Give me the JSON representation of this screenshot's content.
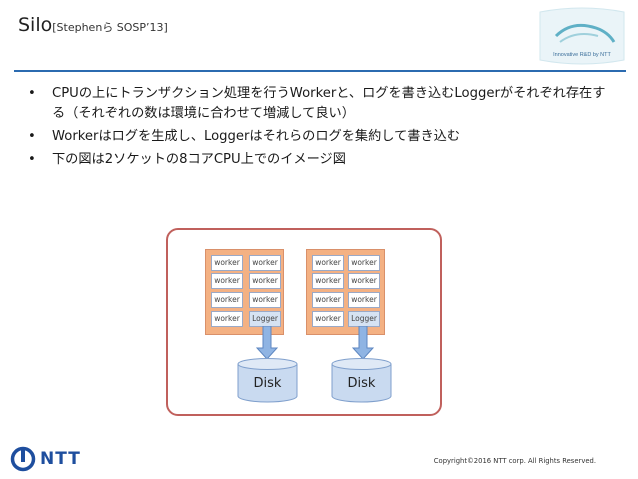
{
  "slide": {
    "title": "Silo",
    "title_sub": "[Stephenら SOSP’13]",
    "badge_text": "Innovative R&D by NTT",
    "bullets": [
      "CPUの上にトランザクション処理を行うWorkerと、ログを書き込むLoggerがそれぞれ存在する（それぞれの数は環境に合わせて増減して良い）",
      "Workerはログを生成し、Loggerはそれらのログを集約して書き込む",
      "下の図は2ソケットの8コアCPU上でのイメージ図"
    ],
    "diagram": {
      "sockets": [
        {
          "cells": [
            "worker",
            "worker",
            "worker",
            "worker",
            "worker",
            "worker",
            "worker",
            "Logger"
          ],
          "disk_label": "Disk"
        },
        {
          "cells": [
            "worker",
            "worker",
            "worker",
            "worker",
            "worker",
            "worker",
            "worker",
            "Logger"
          ],
          "disk_label": "Disk"
        }
      ]
    },
    "footer": {
      "logo_text": "NTT",
      "copyright": "Copyright©2016 NTT corp. All Rights Reserved."
    }
  },
  "colors": {
    "accent_rule": "#2b6bb0",
    "diagram_border": "#c0605c",
    "socket_fill": "#f4b183",
    "logger_fill": "#d6e3f3",
    "disk_fill": "#c9daf0",
    "arrow_fill": "#8fb4e3",
    "ntt_blue": "#1e4e9e"
  }
}
